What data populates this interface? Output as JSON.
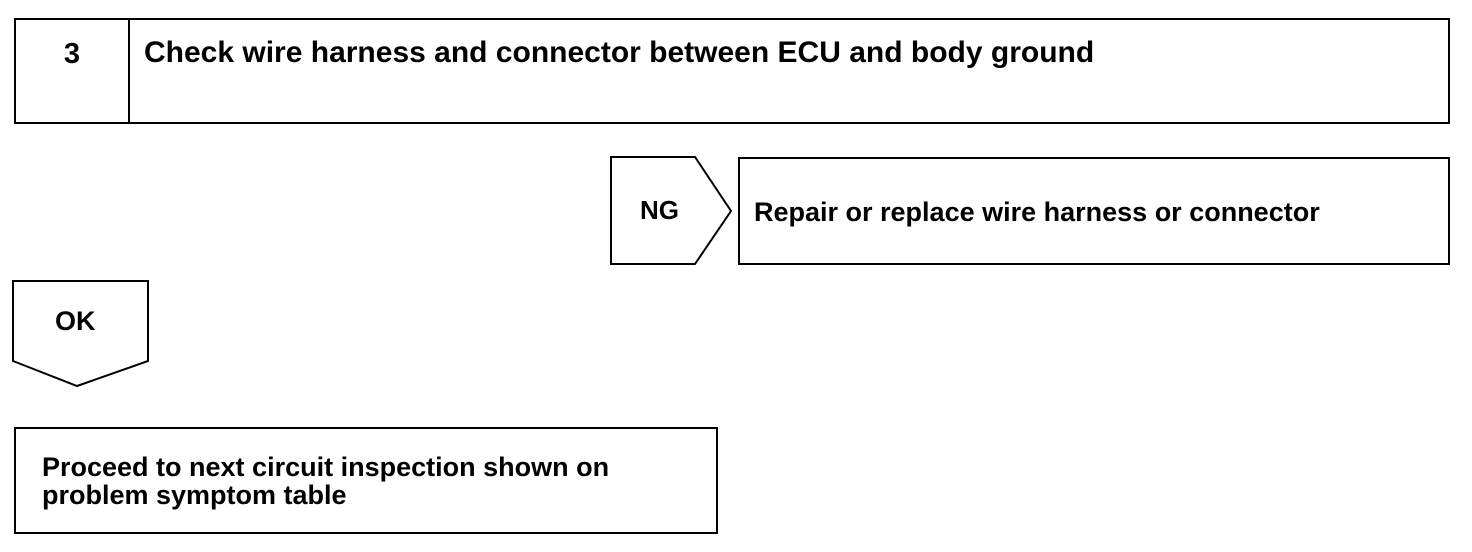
{
  "step": {
    "number": "3",
    "title": "Check wire harness and connector between ECU and body ground"
  },
  "ng_branch": {
    "label": "NG",
    "action": "Repair or replace wire harness or connector"
  },
  "ok_branch": {
    "label": "OK",
    "action": "Proceed to next circuit inspection shown on problem symptom table"
  }
}
